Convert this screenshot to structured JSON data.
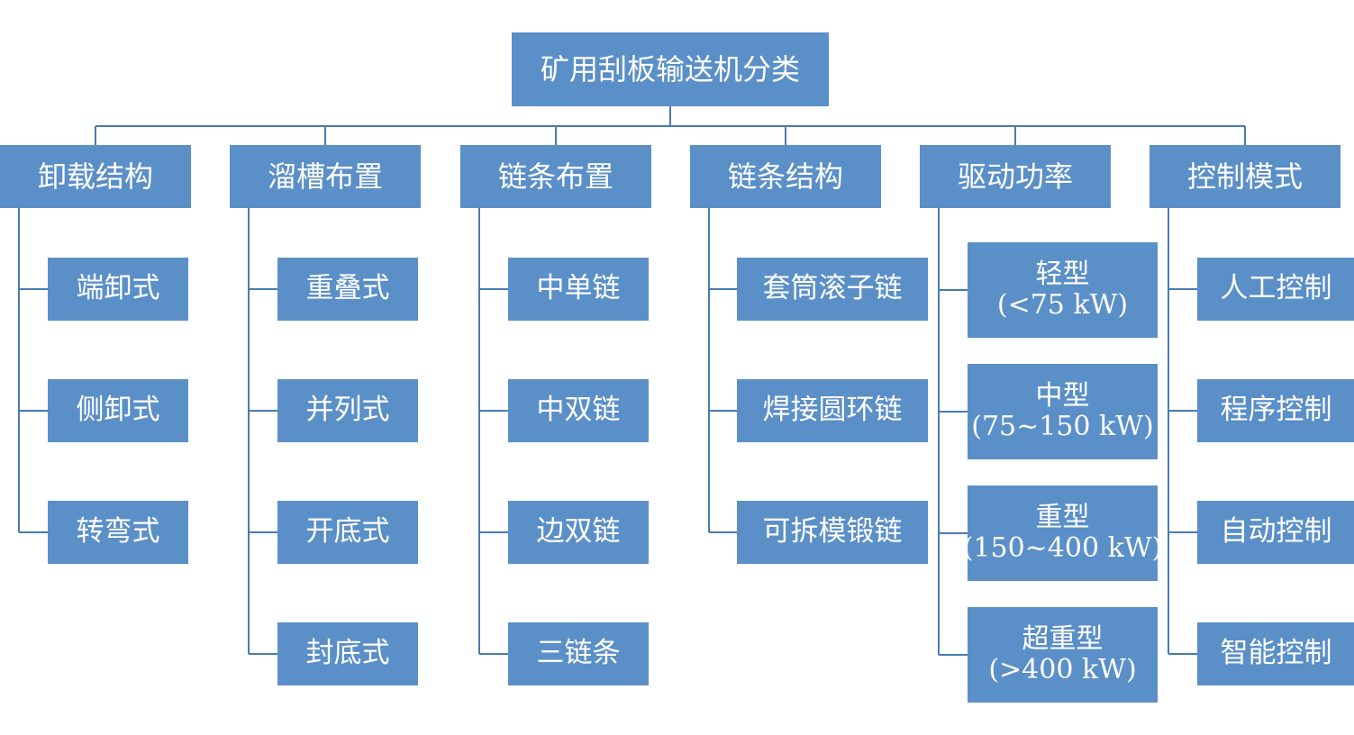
{
  "root": "矿用刮板输送机分类",
  "categories": [
    {
      "label": "卸载结构",
      "items": [
        [
          "端卸式"
        ],
        [
          "侧卸式"
        ],
        [
          "转弯式"
        ]
      ]
    },
    {
      "label": "溜槽布置",
      "items": [
        [
          "重叠式"
        ],
        [
          "并列式"
        ],
        [
          "开底式"
        ],
        [
          "封底式"
        ]
      ]
    },
    {
      "label": "链条布置",
      "items": [
        [
          "中单链"
        ],
        [
          "中双链"
        ],
        [
          "边双链"
        ],
        [
          "三链条"
        ]
      ]
    },
    {
      "label": "链条结构",
      "items": [
        [
          "套筒滚子链"
        ],
        [
          "焊接圆环链"
        ],
        [
          "可拆模锻链"
        ]
      ]
    },
    {
      "label": "驱动功率",
      "items": [
        [
          "轻型",
          "(<75 kW)"
        ],
        [
          "中型",
          "(75~150 kW)"
        ],
        [
          "重型",
          "(150~400 kW)"
        ],
        [
          "超重型",
          "(>400 kW)"
        ]
      ]
    },
    {
      "label": "控制模式",
      "items": [
        [
          "人工控制"
        ],
        [
          "程序控制"
        ],
        [
          "自动控制"
        ],
        [
          "智能控制"
        ]
      ]
    }
  ],
  "colors": {
    "box": "#5b8fc7",
    "line": "#4a7ab0",
    "text": "#ffffff"
  }
}
